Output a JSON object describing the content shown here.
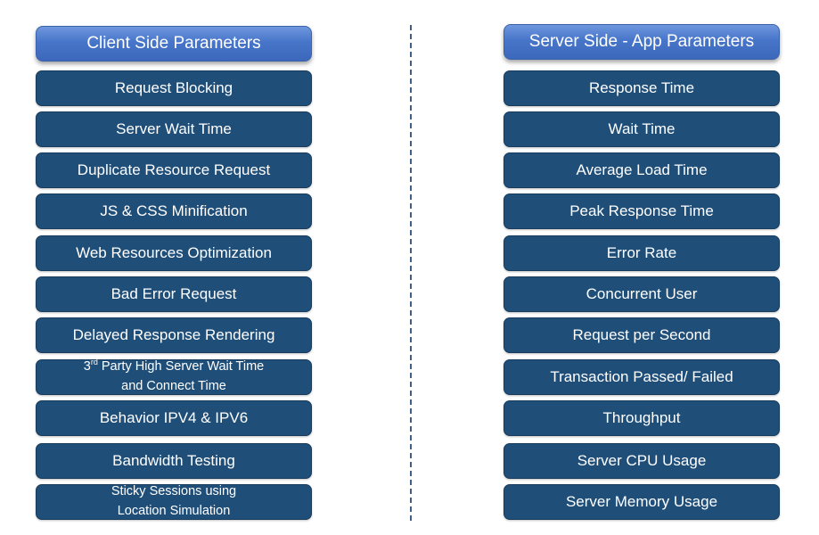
{
  "client": {
    "header": "Client Side Parameters",
    "items": [
      {
        "label": "Request Blocking"
      },
      {
        "label": "Server Wait Time"
      },
      {
        "label": "Duplicate Resource Request"
      },
      {
        "label": "JS & CSS Minification"
      },
      {
        "label": "Web Resources Optimization"
      },
      {
        "label": "Bad Error Request"
      },
      {
        "label": "Delayed Response Rendering"
      },
      {
        "line1_num": "3",
        "line1_sup": "rd",
        "line1_rest": " Party High Server Wait Time",
        "line2": "and Connect Time"
      },
      {
        "label": "Behavior IPV4 & IPV6"
      },
      {
        "label": "Bandwidth Testing"
      },
      {
        "line1": "Sticky Sessions using",
        "line2": "Location Simulation"
      }
    ]
  },
  "server": {
    "header": "Server Side - App Parameters",
    "items": [
      {
        "label": "Response Time"
      },
      {
        "label": "Wait Time"
      },
      {
        "label": "Average Load Time"
      },
      {
        "label": "Peak Response Time"
      },
      {
        "label": "Error Rate"
      },
      {
        "label": "Concurrent User"
      },
      {
        "label": "Request per Second"
      },
      {
        "label": "Transaction Passed/ Failed"
      },
      {
        "label": "Throughput"
      },
      {
        "label": "Server CPU Usage"
      },
      {
        "label": "Server Memory Usage"
      }
    ]
  },
  "colors": {
    "header_gradient_top": "#6f97de",
    "header_gradient_bottom": "#3c68bb",
    "box_fill": "#1f4e79",
    "divider": "#3f5f85"
  }
}
